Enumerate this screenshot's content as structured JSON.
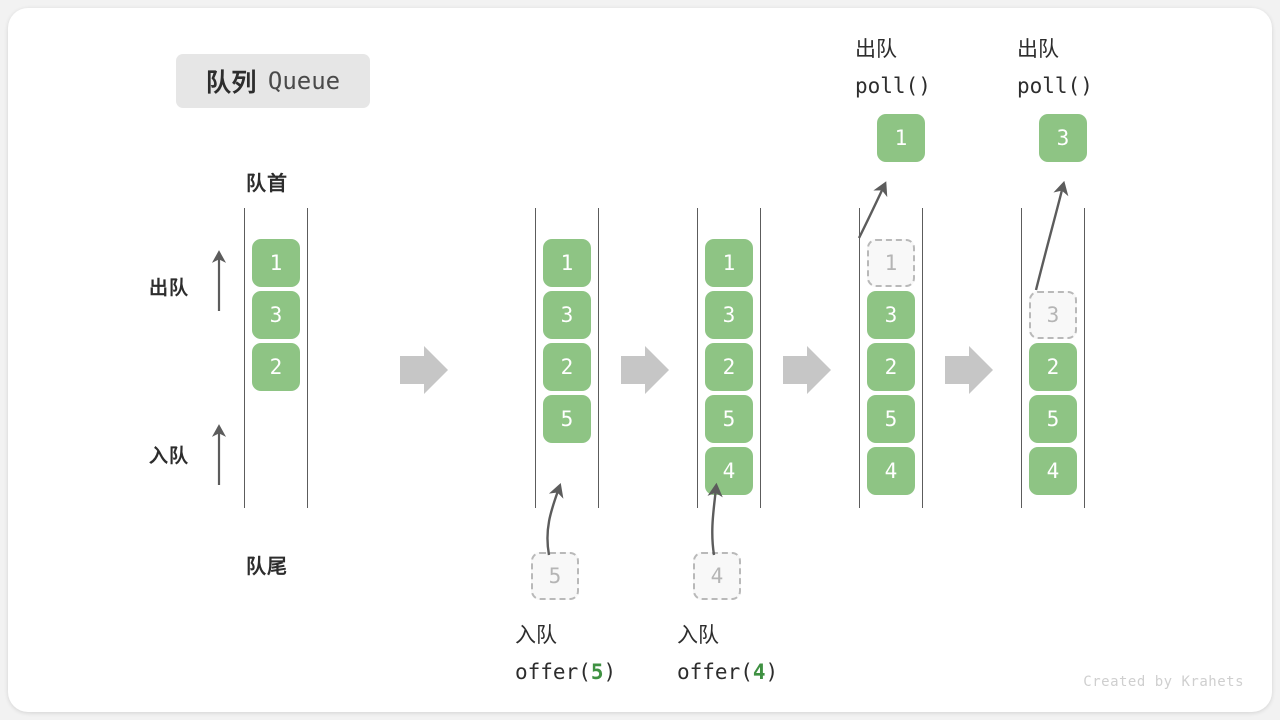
{
  "title": {
    "cn": "队列",
    "en": "Queue"
  },
  "labels": {
    "front": "队首",
    "rear": "队尾",
    "dequeue_side": "出队",
    "enqueue_side": "入队"
  },
  "watermark": "Created by Krahets",
  "colors": {
    "element": "#8ec484",
    "ghost_fill": "#f8f8f8",
    "ghost_border": "#b9b9b9",
    "rail": "#5c5c5c",
    "flow_arrow": "#c6c6c6",
    "accent_arg": "#3f9142",
    "badge_bg": "#e6e6e6",
    "text": "#2d2d2d"
  },
  "steps": [
    {
      "id": "initial",
      "cells": [
        {
          "value": "1",
          "state": "filled"
        },
        {
          "value": "3",
          "state": "filled"
        },
        {
          "value": "2",
          "state": "filled"
        }
      ],
      "caption": null,
      "incoming": null,
      "outgoing": null
    },
    {
      "id": "offer-5",
      "cells": [
        {
          "value": "1",
          "state": "filled"
        },
        {
          "value": "3",
          "state": "filled"
        },
        {
          "value": "2",
          "state": "filled"
        },
        {
          "value": "5",
          "state": "filled"
        }
      ],
      "caption": {
        "cn": "入队",
        "code_prefix": "offer(",
        "code_arg": "5",
        "code_suffix": ")",
        "position": "bottom"
      },
      "incoming": {
        "value": "5"
      },
      "outgoing": null
    },
    {
      "id": "offer-4",
      "cells": [
        {
          "value": "1",
          "state": "filled"
        },
        {
          "value": "3",
          "state": "filled"
        },
        {
          "value": "2",
          "state": "filled"
        },
        {
          "value": "5",
          "state": "filled"
        },
        {
          "value": "4",
          "state": "filled"
        }
      ],
      "caption": {
        "cn": "入队",
        "code_prefix": "offer(",
        "code_arg": "4",
        "code_suffix": ")",
        "position": "bottom"
      },
      "incoming": {
        "value": "4"
      },
      "outgoing": null
    },
    {
      "id": "poll-1",
      "cells": [
        {
          "value": "1",
          "state": "ghost"
        },
        {
          "value": "3",
          "state": "filled"
        },
        {
          "value": "2",
          "state": "filled"
        },
        {
          "value": "5",
          "state": "filled"
        },
        {
          "value": "4",
          "state": "filled"
        }
      ],
      "caption": {
        "cn": "出队",
        "code_prefix": "poll(",
        "code_arg": "",
        "code_suffix": ")",
        "position": "top"
      },
      "incoming": null,
      "outgoing": {
        "value": "1"
      }
    },
    {
      "id": "poll-3",
      "cells": [
        {
          "value": "",
          "state": "empty"
        },
        {
          "value": "3",
          "state": "ghost"
        },
        {
          "value": "2",
          "state": "filled"
        },
        {
          "value": "5",
          "state": "filled"
        },
        {
          "value": "4",
          "state": "filled"
        }
      ],
      "caption": {
        "cn": "出队",
        "code_prefix": "poll(",
        "code_arg": "",
        "code_suffix": ")",
        "position": "top"
      },
      "incoming": null,
      "outgoing": {
        "value": "3"
      }
    }
  ]
}
